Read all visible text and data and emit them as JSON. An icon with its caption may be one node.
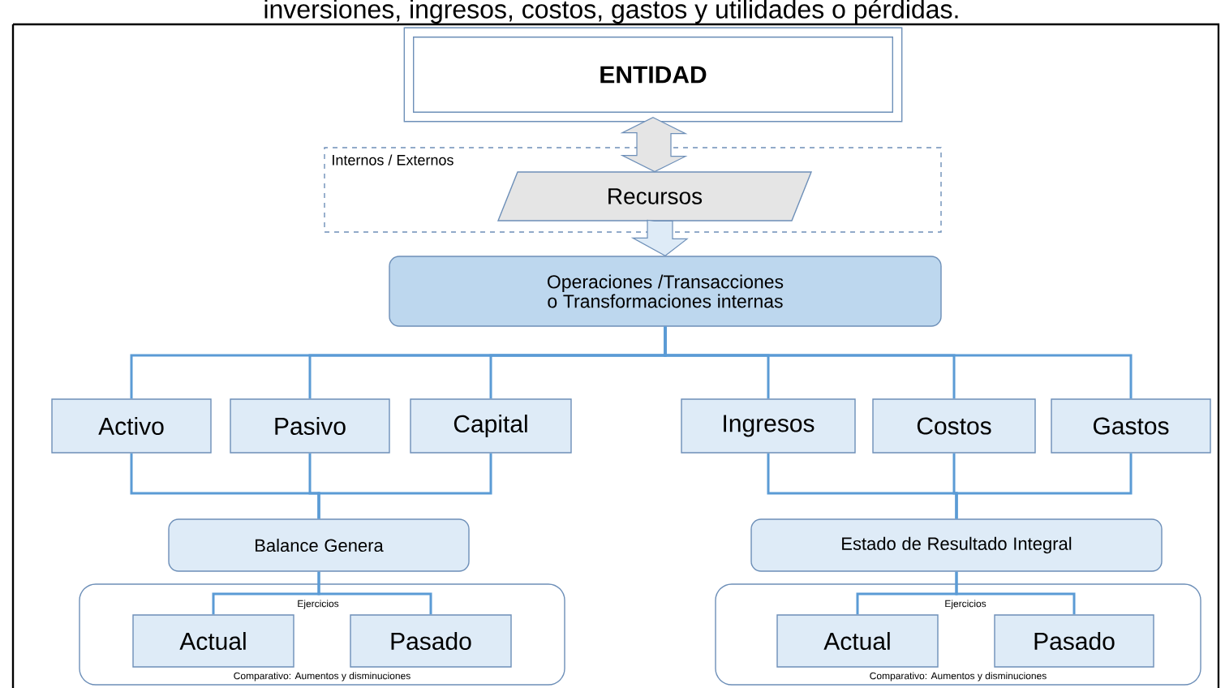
{
  "diagram": {
    "nodes": [
      {
        "text": [
          "ENTIDAD"
        ]
      },
      {
        "text": [
          "Internos / Externos"
        ]
      },
      {
        "text": [
          "Recursos"
        ],
        "in": 1
      },
      {
        "text": [
          "Operaciones /Transacciones o Transformaciones internas"
        ]
      },
      {
        "text": [
          "Activo"
        ]
      },
      {
        "text": [
          "Pasivo"
        ]
      },
      {
        "text": [
          "Capital"
        ]
      },
      {
        "text": [
          "Ingresos"
        ]
      },
      {
        "text": [
          "Costos"
        ]
      },
      {
        "text": [
          "Gastos"
        ]
      },
      {
        "text": [
          "Balance Genera"
        ]
      },
      {
        "text": [
          "Estado de Resultado Integral"
        ]
      },
      {
        "text": [
          "Comparativo: Aumentos y disminuciones"
        ]
      },
      {
        "text": [
          "Actual"
        ],
        "in": 12
      },
      {
        "text": [
          "Pasado"
        ],
        "in": 12
      },
      {
        "text": [
          "Comparativo: Aumentos y disminuciones"
        ]
      },
      {
        "text": [
          "Actual"
        ],
        "in": 15
      },
      {
        "text": [
          "Pasado"
        ],
        "in": 15
      }
    ],
    "edges": [
      {
        "from": 0,
        "to": 2,
        "arrow": "both",
        "style": "thick"
      },
      {
        "from": 2,
        "to": 3,
        "arrow": "to",
        "style": "thick"
      },
      {
        "from": 3,
        "to": 4,
        "arrow": "none"
      },
      {
        "from": 3,
        "to": 5,
        "arrow": "none"
      },
      {
        "from": 3,
        "to": 6,
        "arrow": "none"
      },
      {
        "from": 3,
        "to": 7,
        "arrow": "none"
      },
      {
        "from": 3,
        "to": 8,
        "arrow": "none"
      },
      {
        "from": 3,
        "to": 9,
        "arrow": "none"
      },
      {
        "from": 4,
        "to": 10,
        "arrow": "none"
      },
      {
        "from": 5,
        "to": 10,
        "arrow": "none"
      },
      {
        "from": 6,
        "to": 10,
        "arrow": "none"
      },
      {
        "from": 7,
        "to": 11,
        "arrow": "none"
      },
      {
        "from": 8,
        "to": 11,
        "arrow": "none"
      },
      {
        "from": 9,
        "to": 11,
        "arrow": "none"
      },
      {
        "from": 10,
        "to": 13,
        "arrow": "none"
      },
      {
        "from": 10,
        "to": 14,
        "arrow": "none"
      },
      {
        "from": 11,
        "to": 16,
        "arrow": "none"
      },
      {
        "from": 11,
        "to": 17,
        "arrow": "none"
      }
    ],
    "labels": [
      "inversiones, ingresos, costos, gastos y utilidades o pérdidas.",
      "Ejercicios",
      "Ejercicios"
    ]
  }
}
